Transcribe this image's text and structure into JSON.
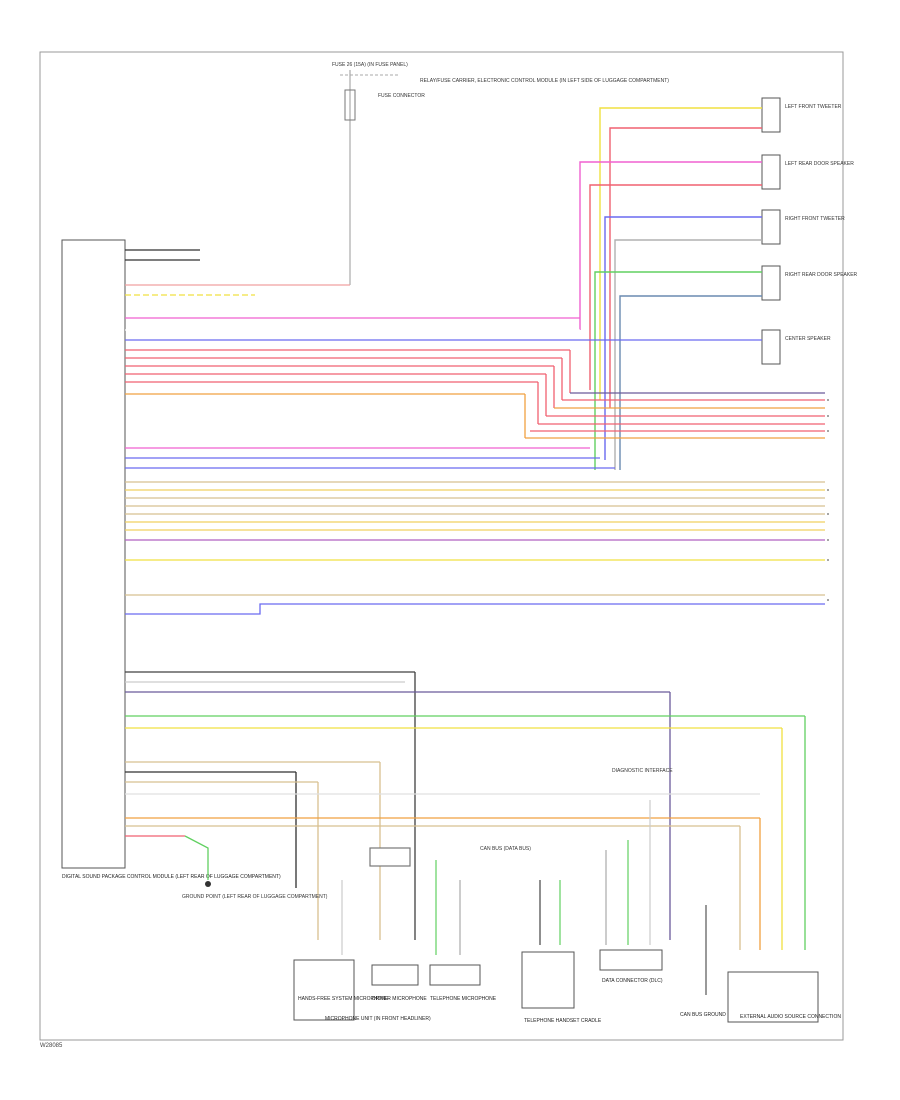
{
  "figure_id": "W28085",
  "module_label": "DIGITAL SOUND PACKAGE CONTROL MODULE (LEFT REAR OF LUGGAGE COMPARTMENT)",
  "fuse_label": "FUSE 26 (15A) (IN FUSE PANEL)",
  "connector_label": "FUSE CONNECTOR",
  "fuse_note": "RELAY/FUSE CARRIER, ELECTRONIC CONTROL MODULE (IN LEFT SIDE OF LUGGAGE COMPARTMENT)",
  "ground_label": "GROUND POINT (LEFT REAR OF LUGGAGE COMPARTMENT)",
  "right_speakers": [
    "LEFT FRONT TWEETER",
    "LEFT REAR DOOR SPEAKER",
    "RIGHT FRONT TWEETER",
    "RIGHT REAR DOOR SPEAKER",
    "CENTER SPEAKER"
  ],
  "bottom_components": [
    "HANDS-FREE SYSTEM MICROPHONE",
    "DRIVER MICROPHONE",
    "TELEPHONE MICROPHONE",
    "TELEPHONE HANDSET CRADLE",
    "DATA CONNECTOR (DLC)",
    "CAN BUS GROUND",
    "EXTERNAL AUDIO SOURCE CONNECTION"
  ],
  "sub_labels": {
    "microphone_unit": "MICROPHONE UNIT (IN FRONT HEADLINER)",
    "can_label": "CAN BUS (DATA BUS)",
    "diag_label": "DIAGNOSTIC INTERFACE"
  },
  "wire_colors": {
    "pink": "#f060d0",
    "red": "#f06070",
    "blue": "#6a6af0",
    "orange": "#f0a040",
    "yellow": "#f0e040",
    "tan": "#d8c090",
    "green": "#60d060",
    "gray": "#b0b0b0",
    "black": "#303030",
    "purple": "#6a5a9a"
  }
}
